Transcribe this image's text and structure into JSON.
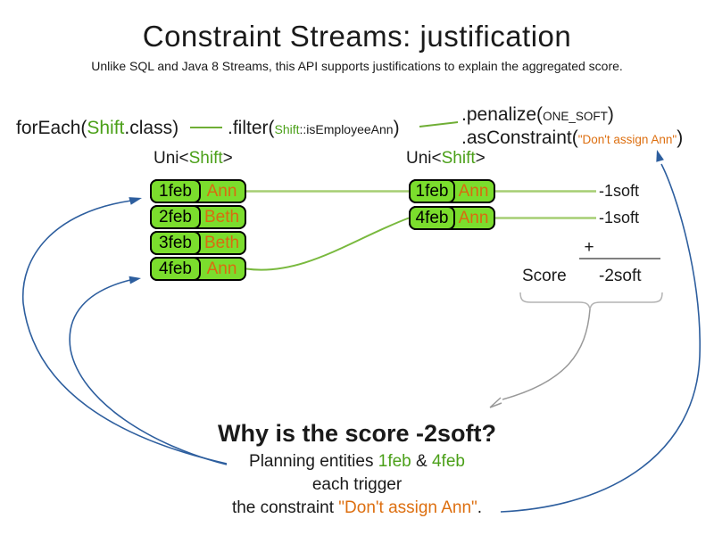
{
  "slide": {
    "title": "Constraint Streams: justification",
    "subtitle": "Unlike SQL and Java 8 Streams, this API supports justifications to explain the aggregated score."
  },
  "code": {
    "foreach": {
      "pre": "forEach(",
      "class_name": "Shift",
      "post": ".class)"
    },
    "filter": {
      "pre": ".filter(",
      "class_name": "Shift",
      "method_ref": "::isEmployeeAnn",
      "post": ")"
    },
    "penalize": {
      "pre": ".penalize(",
      "arg": "ONE_SOFT",
      "post": ")"
    },
    "as_constraint": {
      "pre": ".asConstraint(",
      "arg": "\"Don't assign Ann\"",
      "post": ")"
    }
  },
  "left_stream": {
    "type_label": {
      "pre": "Uni<",
      "type": "Shift",
      "post": ">"
    },
    "rows": [
      {
        "date": "1feb",
        "name": "Ann"
      },
      {
        "date": "2feb",
        "name": "Beth"
      },
      {
        "date": "3feb",
        "name": "Beth"
      },
      {
        "date": "4feb",
        "name": "Ann"
      }
    ]
  },
  "right_stream": {
    "type_label": {
      "pre": "Uni<",
      "type": "Shift",
      "post": ">"
    },
    "rows": [
      {
        "date": "1feb",
        "name": "Ann"
      },
      {
        "date": "4feb",
        "name": "Ann"
      }
    ]
  },
  "score_panel": {
    "penalties": [
      "-1soft",
      "-1soft"
    ],
    "plus_sign": "+",
    "score_label": "Score",
    "score_value": "-2soft"
  },
  "explanation": {
    "heading": "Why is the score -2soft?",
    "line1": {
      "pre": "Planning entities ",
      "entity1": "1feb",
      "mid": " & ",
      "entity2": "4feb"
    },
    "line2": "each trigger",
    "line3": {
      "pre": "the constraint ",
      "constraint": "\"Don't assign Ann\"",
      "post": "."
    }
  },
  "colors": {
    "text_green": "#4ba019",
    "box_green": "#7bdd2d",
    "orange": "#dd6f10",
    "arrow_blue": "#2d5e9e",
    "line_light_green": "#a5ce73",
    "line_mid_green": "#79b93e",
    "gray": "#999999"
  }
}
